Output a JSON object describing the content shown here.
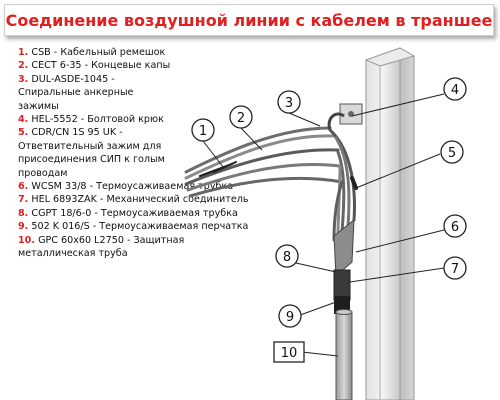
{
  "title": "Соединение воздушной линии с кабелем в траншее",
  "legend": [
    {
      "num": "1.",
      "text": "CSB - Кабельный ремешок"
    },
    {
      "num": "2.",
      "text": "CECT 6-35 - Концевые капы"
    },
    {
      "num": "3.",
      "text": "DUL-ASDE-1045 - Спиральные анкерные зажимы"
    },
    {
      "num": "4.",
      "text": "HEL-5552 - Болтовой крюк"
    },
    {
      "num": "5.",
      "text": "CDR/CN 1S 95 UK - Ответвительный зажим для присоединения СИП к голым проводам"
    },
    {
      "num": "6.",
      "text": "WCSM 33/8 - Термоусаживаемая трубка"
    },
    {
      "num": "7.",
      "text": "HEL 6893ZAK - Механический соединитель"
    },
    {
      "num": "8.",
      "text": "CGPT 18/6-0 - Термоусаживаемая трубка"
    },
    {
      "num": "9.",
      "text": "502 K 016/S - Термоусаживаемая перчатка"
    },
    {
      "num": "10.",
      "text": "GPC 60x60 L2750 - Защитная металлическая труба"
    }
  ],
  "callouts": [
    "1",
    "2",
    "3",
    "4",
    "5",
    "6",
    "7",
    "8",
    "9",
    "10"
  ]
}
